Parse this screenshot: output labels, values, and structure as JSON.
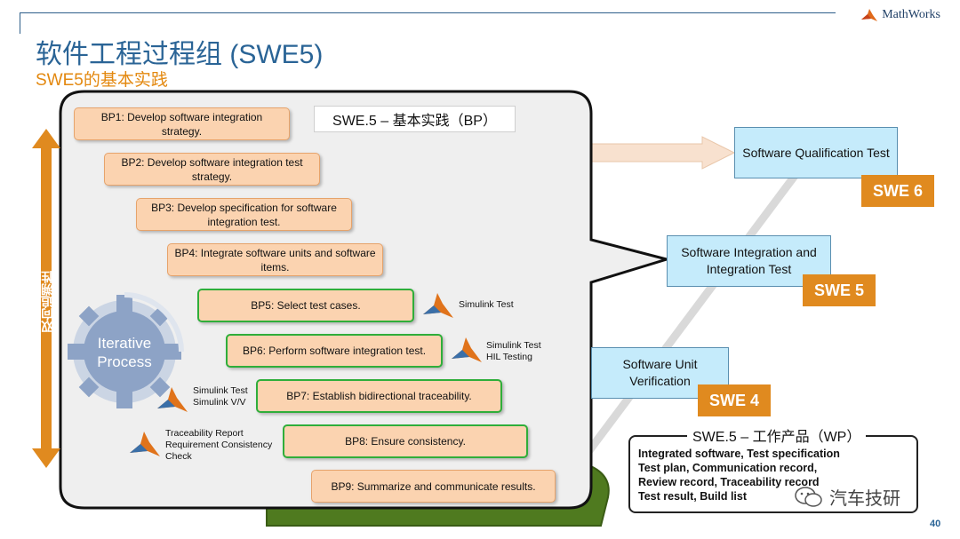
{
  "header": {
    "brand": "MathWorks",
    "title": "软件工程过程组 (SWE5)",
    "subtitle": "SWE5的基本实践",
    "page_number": "40"
  },
  "side_label": "双向追溯性",
  "bp_heading": "SWE.5 – 基本实践（BP）",
  "practices": [
    {
      "text": "BP1: Develop software integration strategy."
    },
    {
      "text": "BP2: Develop software integration test strategy."
    },
    {
      "text": "BP3:  Develop specification for software integration test."
    },
    {
      "text": "BP4:  Integrate software units and software items."
    },
    {
      "text": "BP5:  Select test cases."
    },
    {
      "text": "BP6:  Perform software integration test."
    },
    {
      "text": "BP7:  Establish bidirectional traceability."
    },
    {
      "text": "BP8:  Ensure consistency."
    },
    {
      "text": "BP9:  Summarize and communicate results."
    }
  ],
  "gear": {
    "line1": "Iterative",
    "line2": "Process"
  },
  "tools": {
    "bp5": "Simulink Test",
    "bp6": "Simulink Test\nHIL Testing",
    "bp7": "Simulink Test\nSimulink V/V",
    "bp8": "Traceability Report\nRequirement Consistency\nCheck"
  },
  "swe_levels": [
    {
      "box": "Software Qualification Test",
      "tag": "SWE 6"
    },
    {
      "box": "Software Integration and Integration Test",
      "tag": "SWE 5"
    },
    {
      "box": "Software Unit Verification",
      "tag": "SWE 4"
    }
  ],
  "work_products": {
    "heading": "SWE.5 – 工作产品（WP）",
    "lines": [
      "Integrated software, Test specification",
      "Test plan, Communication record,",
      "Review record, Traceability record",
      "Test result, Build list"
    ]
  },
  "watermark": "汽车技研",
  "colors": {
    "title": "#2a6496",
    "subtitle": "#e3880f",
    "bp_fill": "#fbd3b0",
    "green_border": "#2fae3a",
    "swe_fill": "#c5ebfb",
    "swe_tag": "#e08a1f"
  }
}
